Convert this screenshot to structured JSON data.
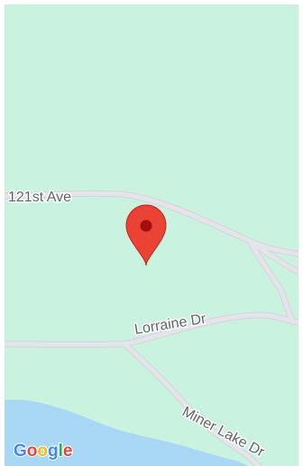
{
  "map": {
    "roads": {
      "ave_121st": "121st Ave",
      "lorraine_dr": "Lorraine Dr",
      "miner_lake_dr": "Miner Lake Dr"
    },
    "marker": {
      "icon": "map-pin-icon",
      "color": "#ea4335",
      "dot_color": "#a50e0e"
    },
    "logo": {
      "text": "Google"
    },
    "colors": {
      "land": "#c9f2df",
      "water": "#a8d8f4",
      "road": "#e4e4ea",
      "road_edge": "#d4d4dc",
      "label": "#5f6368"
    }
  }
}
